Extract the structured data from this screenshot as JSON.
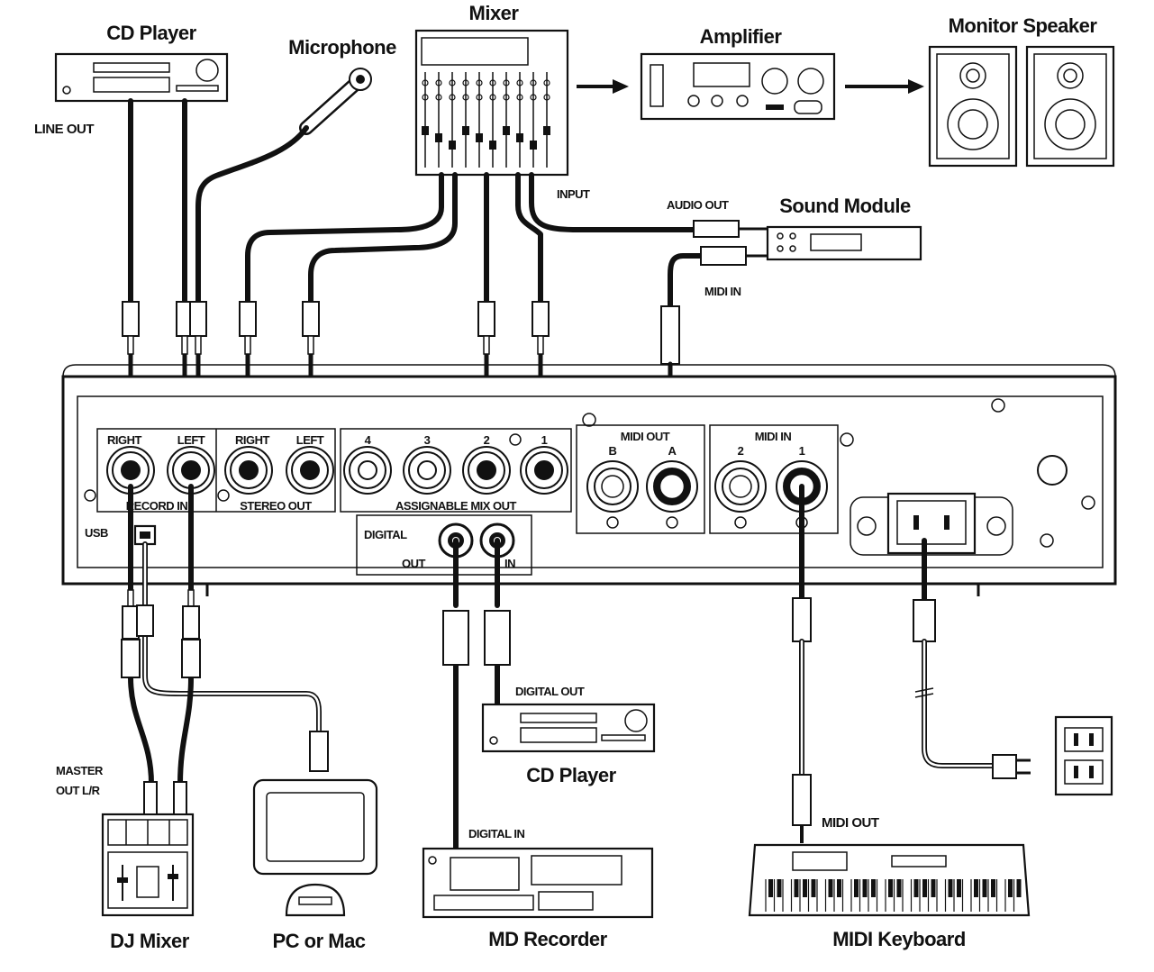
{
  "devices": {
    "cd_player_top": "CD Player",
    "microphone": "Microphone",
    "mixer": "Mixer",
    "amplifier": "Amplifier",
    "monitor_speaker": "Monitor Speaker",
    "sound_module": "Sound Module",
    "cd_player_bottom": "CD Player",
    "md_recorder": "MD Recorder",
    "dj_mixer": "DJ Mixer",
    "pc": "PC or Mac",
    "midi_keyboard": "MIDI Keyboard"
  },
  "cable_labels": {
    "line_out": "LINE OUT",
    "input": "INPUT",
    "audio_out": "AUDIO OUT",
    "midi_in_module": "MIDI IN",
    "digital_out_cd": "DIGITAL OUT",
    "digital_in_md": "DIGITAL IN",
    "master_out_1": "MASTER",
    "master_out_2": "OUT L/R",
    "midi_out_kbd": "MIDI OUT"
  },
  "panel": {
    "record_in": "RECORD IN",
    "record_right": "RIGHT",
    "record_left": "LEFT",
    "stereo_out": "STEREO OUT",
    "stereo_right": "RIGHT",
    "stereo_left": "LEFT",
    "mix_out": "ASSIGNABLE MIX OUT",
    "mix_4": "4",
    "mix_3": "3",
    "mix_2": "2",
    "mix_1": "1",
    "midi_out": "MIDI OUT",
    "midi_out_b": "B",
    "midi_out_a": "A",
    "midi_in": "MIDI IN",
    "midi_in_2": "2",
    "midi_in_1": "1",
    "digital": "DIGITAL",
    "digital_out": "OUT",
    "digital_in": "IN",
    "usb": "USB"
  }
}
